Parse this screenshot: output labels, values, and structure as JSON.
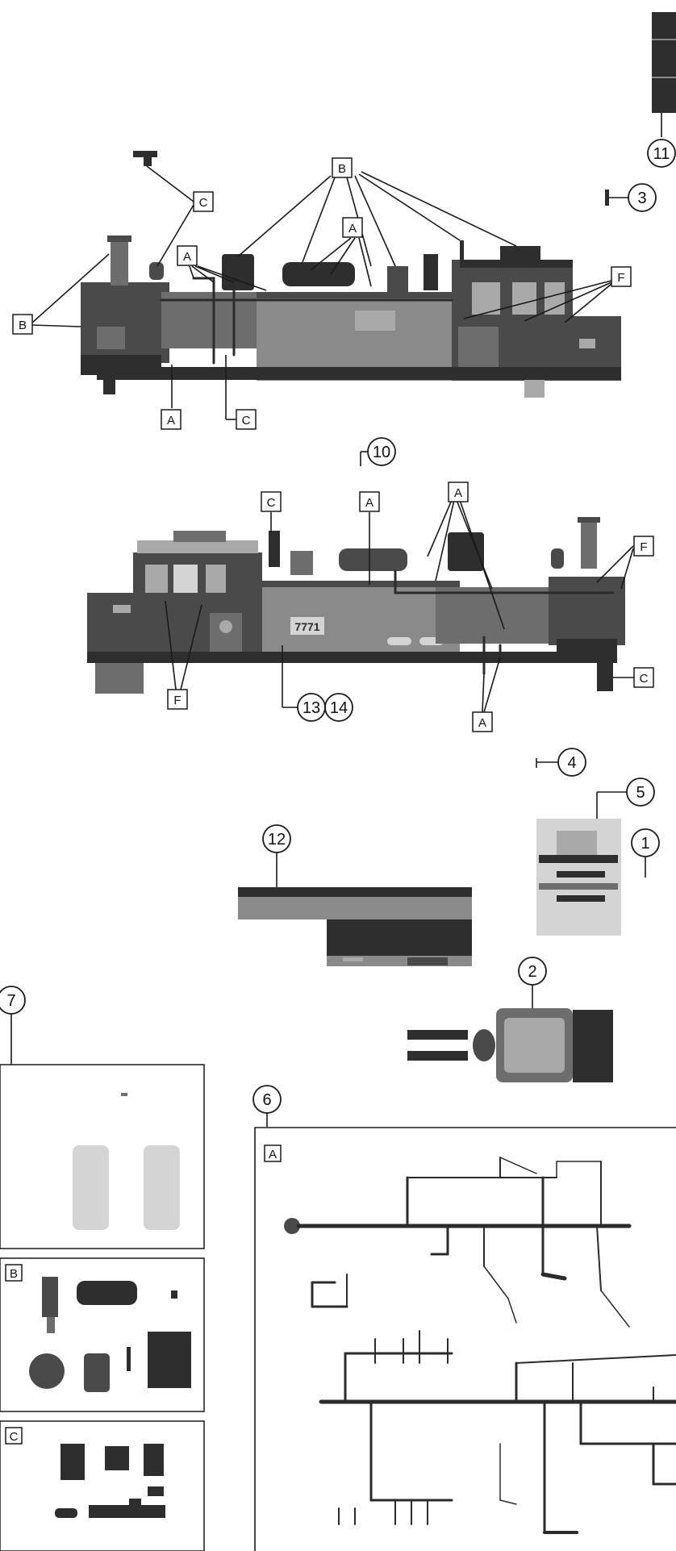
{
  "callouts": {
    "n1": "1",
    "n2": "2",
    "n3": "3",
    "n4": "4",
    "n5": "5",
    "n6": "6",
    "n7": "7",
    "n10": "10",
    "n11": "11",
    "n12": "12",
    "n13": "13",
    "n14": "14"
  },
  "letters": {
    "a": "A",
    "b": "B",
    "c": "C",
    "f": "F"
  },
  "locomotive_number": "7771",
  "icons": {
    "callout_circle": "circle-callout",
    "letter_box": "square-letter-label"
  }
}
